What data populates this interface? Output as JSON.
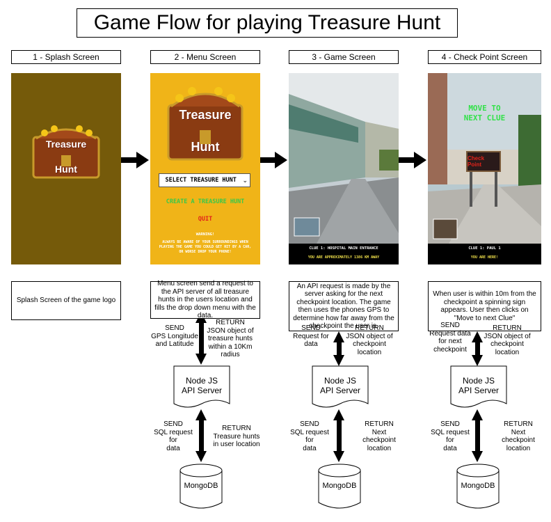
{
  "title": "Game Flow for playing Treasure Hunt",
  "colors": {
    "splash_bg": "#755a0a",
    "menu_bg": "#f0b418",
    "create_green": "#39c84a",
    "quit_red": "#e2231a",
    "hud_green": "#f0e04a",
    "move_clue_green": "#33e14a"
  },
  "screens": [
    {
      "label": "1 - Splash Screen",
      "logo_top": "Treasure",
      "logo_bottom": "Hunt",
      "description": "Splash Screen of the game logo"
    },
    {
      "label": "2 - Menu Screen",
      "logo_top": "Treasure",
      "logo_bottom": "Hunt",
      "select_label": "SELECT TREASURE HUNT",
      "create_label": "CREATE A TREASURE HUNT",
      "quit_label": "QUIT",
      "warning_title": "WARNING!",
      "warning_text": "ALWAYS BE AWARE OF YOUR SURROUNDINGS WHEN PLAYING THE GAME YOU COULD GET HIT BY A CAR, OR WORSE DROP YOUR PHONE!",
      "description": "Menu screen send a request to the API server of all treasure hunts in the users location and fills the drop down menu with the data.",
      "send": "SEND\nGPS Longitude\nand Latitude",
      "return": "RETURN\nJSON object of\ntreasure hunts\nwithin a 10Km\nradius",
      "server": "Node JS\nAPI Server",
      "db_send": "SEND\nSQL request for\ndata",
      "db_return": "RETURN\nTreasure hunts\nin user location",
      "db": "MongoDB"
    },
    {
      "label": "3 - Game Screen",
      "clue": "CLUE 1: HOSPITAL MAIN ENTRANCE",
      "distance": "YOU ARE APPROXIMATELY 1386 KM AWAY",
      "description": "An API request is made by the server asking for the next checkpoint location. The game then uses the phones GPS to determine how far away from the checkpoint the user is.",
      "send": "SEND\nRequest for\ndata",
      "return": "RETURN\nJSON object of\ncheckpoint\nlocation",
      "server": "Node JS\nAPI Server",
      "db_send": "SEND\nSQL request for\ndata",
      "db_return": "RETURN\nNext\ncheckpoint\nlocation",
      "db": "MongoDB"
    },
    {
      "label": "4 - Check Point Screen",
      "move_line1": "MOVE TO",
      "move_line2": "NEXT CLUE",
      "sign": "Check Point",
      "clue": "CLUE 1: PAUL 1",
      "status": "YOU ARE HERE!",
      "description": "When user is within 10m from the checkpoint a spinning sign appears. User then clicks on \"Move to next Clue\"",
      "send": "SEND\nRequest data\nfor next\ncheckpoint",
      "return": "RETURN\nJSON object of\ncheckpoint\nlocation",
      "server": "Node JS\nAPI Server",
      "db_send": "SEND\nSQL request for\ndata",
      "db_return": "RETURN\nNext\ncheckpoint\nlocation",
      "db": "MongoDB"
    }
  ]
}
